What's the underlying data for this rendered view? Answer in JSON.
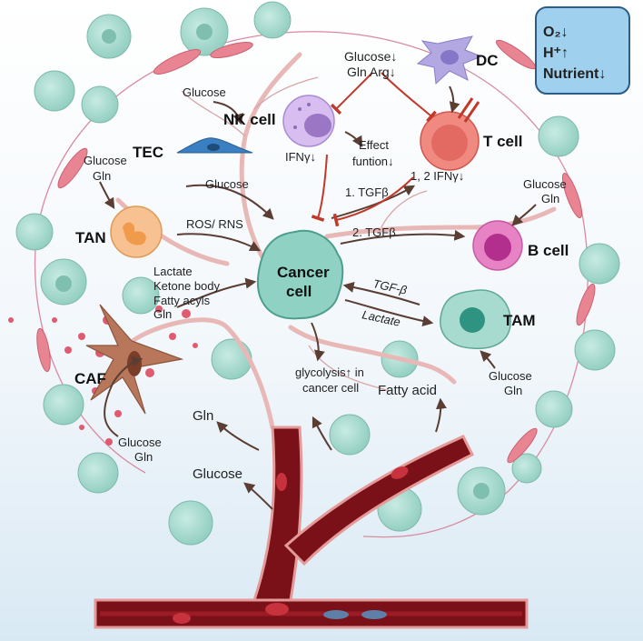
{
  "legend_box": {
    "line1": "O₂↓",
    "line2": "H⁺↑",
    "line3": "Nutrient↓"
  },
  "cells": {
    "dc": "DC",
    "nk": "NK cell",
    "t": "T cell",
    "tec": "TEC",
    "tan": "TAN",
    "b": "B cell",
    "cancer_line1": "Cancer",
    "cancer_line2": "cell",
    "tam": "TAM",
    "caf": "CAF"
  },
  "texts": {
    "dc_inhibit_1": "Glucose↓",
    "dc_inhibit_2": "Gln Arg↓",
    "nk_glucose": "Glucose",
    "effect_1": "Effect",
    "effect_2": "funtion↓",
    "ifn_nk": "IFNγ↓",
    "ifn_t": "1, 2 IFNγ↓",
    "tgf1": "1.  TGFβ",
    "tgf2": "2. TGFβ",
    "tec_glucose": "Glucose",
    "tan_glucose": "Glucose",
    "tan_gln": "Gln",
    "ros": "ROS/ RNS",
    "b_glucose": "Glucose",
    "b_gln": "Gln",
    "caf_out_1": "Lactate",
    "caf_out_2": "Ketone body",
    "caf_out_3": "Fatty acyls",
    "caf_out_4": "Gln",
    "tgf_beta": "TGF-β",
    "lactate": "Lactate",
    "glyco_1": "glycolysis↑ in",
    "glyco_2": "cancer cell",
    "fatty_acid": "Fatty acid",
    "tam_glucose": "Glucose",
    "tam_gln": "Gln",
    "caf_glucose": "Glucose",
    "caf_gln": "Gln",
    "vessel_gln": "Gln",
    "vessel_glucose": "Glucose"
  },
  "colors": {
    "background_top": "#ffffff",
    "background_bottom": "#dcebf5",
    "legend_fill": "#9fd0ee",
    "legend_stroke": "#2c5d86",
    "vessel_dark": "#7a1018",
    "vessel_light": "#c0392b",
    "tumor_cell": "#9fd3c7",
    "cancer_cell": "#8fd2c3",
    "nk_cell": "#c9a8e6",
    "t_cell": "#f08a80",
    "b_cell": "#e36fb6",
    "tan_cell": "#f6b57a",
    "dc_cell": "#a89ad8",
    "tec_cell": "#3a7fc1",
    "caf_cell": "#b8775a",
    "arrow": "#5a3e34",
    "inhibit": "#c0392b",
    "dot": "#e05a70"
  }
}
